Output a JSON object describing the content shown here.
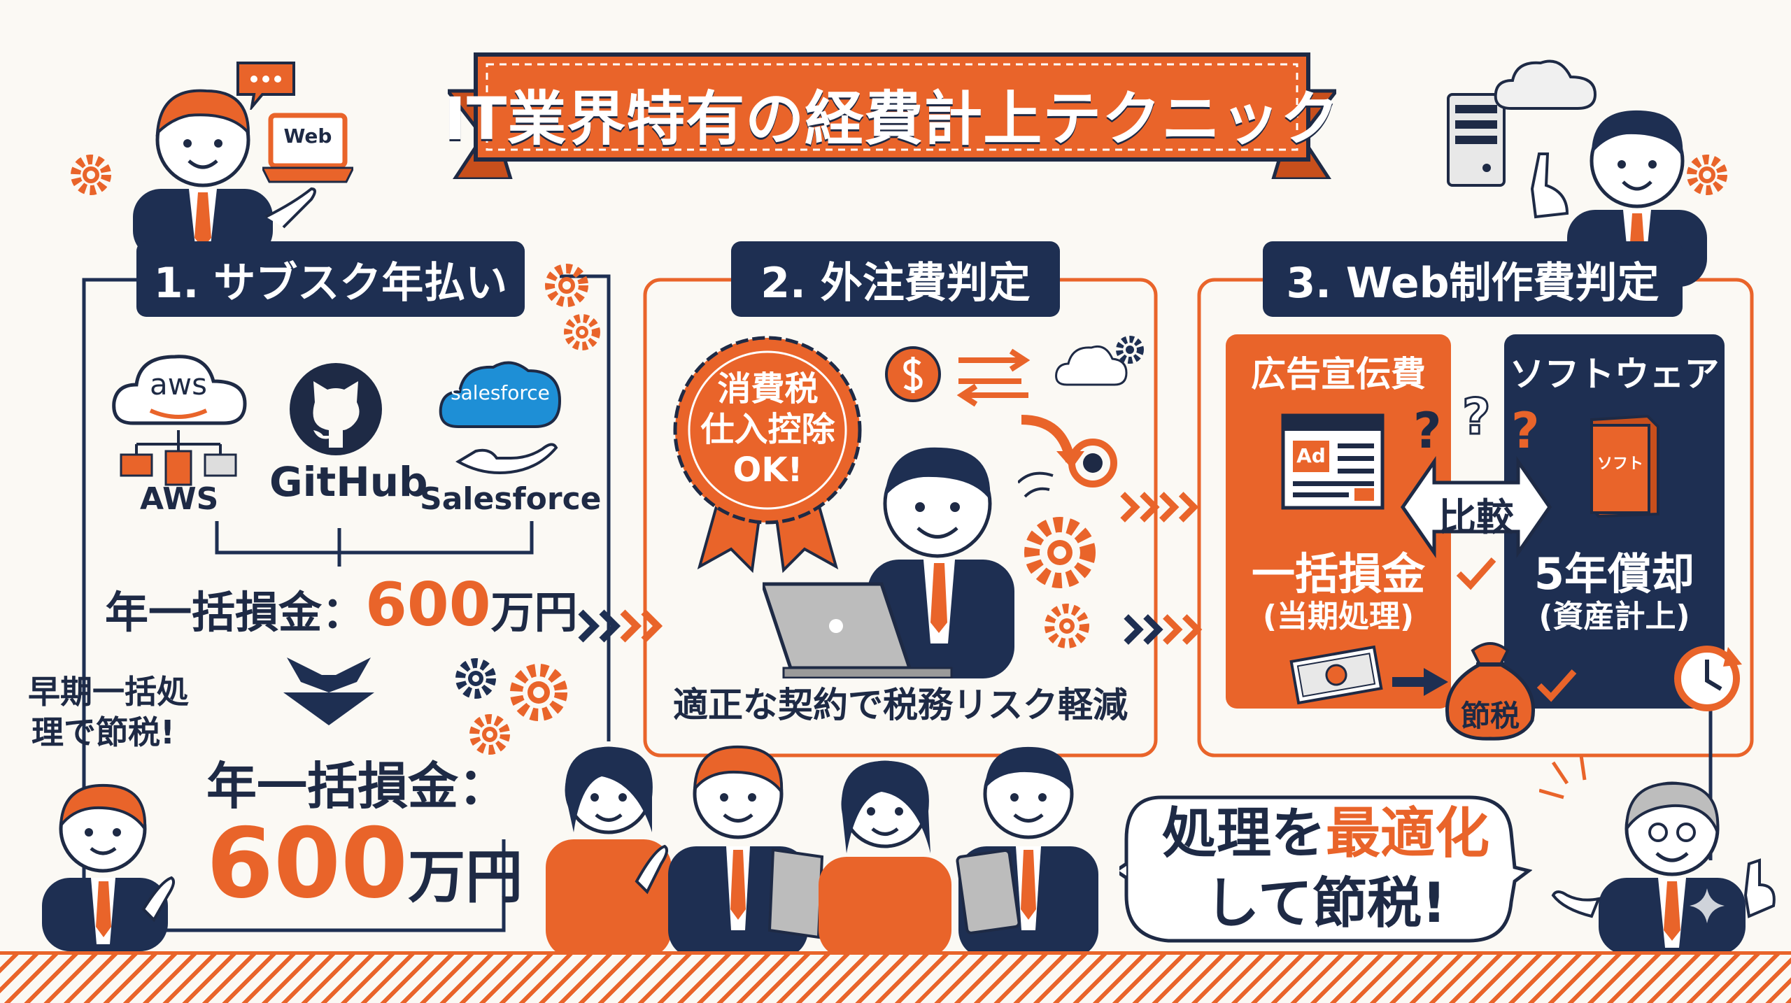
{
  "title": "IT業界特有の経費計上テクニック",
  "sections": [
    {
      "heading": "1. サブスク年払い",
      "services": [
        "AWS",
        "GitHub",
        "Salesforce"
      ],
      "logo_text": {
        "aws": "aws",
        "salesforce": "salesforce"
      },
      "summary_label": "年一括損金：",
      "summary_amount": "600",
      "summary_unit": "万円",
      "result_label": "年一括損金：",
      "result_amount": "600",
      "result_unit": "万円",
      "side_note_line1": "早期一括処",
      "side_note_line2": "理で節税!"
    },
    {
      "heading": "2. 外注費判定",
      "badge_lines": [
        "消費税",
        "仕入控除",
        "OK!"
      ],
      "caption": "適正な契約で税務リスク軽減"
    },
    {
      "heading": "3. Web制作費判定",
      "left_title": "広告宣伝費",
      "left_icon_label": "Ad",
      "left_main": "一括損金",
      "left_sub": "(当期処理)",
      "compare_label": "比較",
      "right_title": "ソフトウェア",
      "right_icon_label": "ソフト",
      "right_main": "5年償却",
      "right_sub": "(資産計上)",
      "bag_label": "節税"
    }
  ],
  "laptop_label": "Web",
  "speech": {
    "line1_plain": "処理を",
    "line1_emph": "最適化",
    "line2": "して節税!"
  },
  "colors": {
    "navy": "#1e2f52",
    "orange": "#e9642a",
    "background": "#fbf9f4"
  },
  "icons": [
    "speech-bubble-icon",
    "laptop-icon",
    "gear-icon",
    "cloud-icon",
    "server-icon",
    "github-icon",
    "dollar-icon",
    "arrow-icon",
    "clock-icon",
    "money-bag-icon",
    "cash-icon",
    "check-icon",
    "question-icon",
    "book-icon",
    "ad-browser-icon",
    "rosette-icon",
    "sparkle-icon"
  ]
}
